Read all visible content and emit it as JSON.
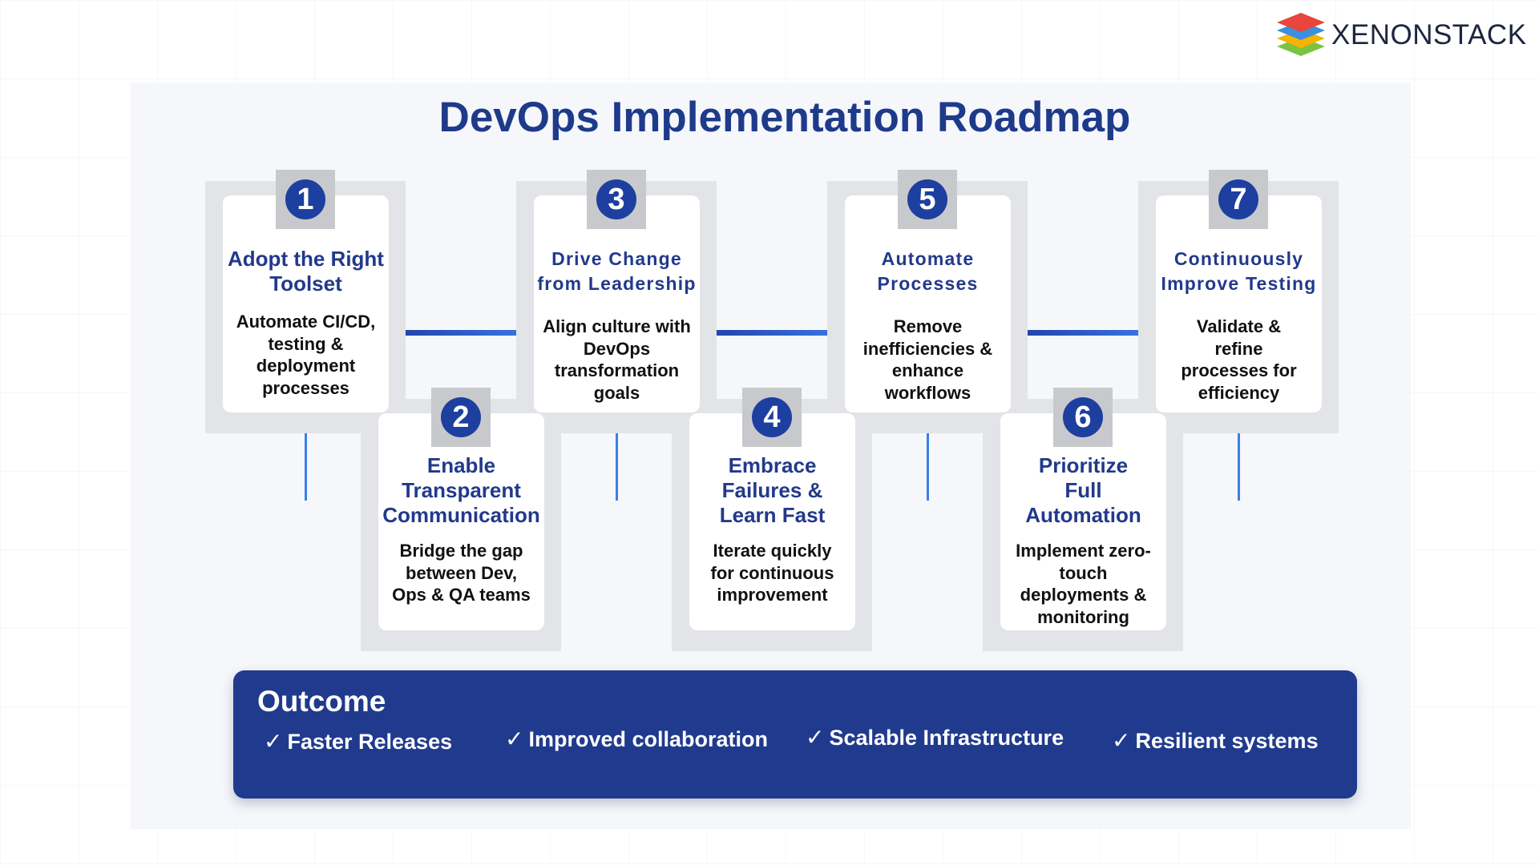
{
  "brand": {
    "name": "XENONSTACK",
    "logo_icon": "stacked-layers-icon"
  },
  "title": "DevOps Implementation Roadmap",
  "steps": [
    {
      "number": "1",
      "title": "Adopt the Right Toolset",
      "description": "Automate CI/CD, testing & deployment processes"
    },
    {
      "number": "2",
      "title": "Enable Transparent Communication",
      "description": "Bridge the gap between Dev, Ops & QA teams"
    },
    {
      "number": "3",
      "title": "Drive Change from Leadership",
      "description": "Align culture with DevOps transformation goals"
    },
    {
      "number": "4",
      "title": "Embrace Failures & Learn Fast",
      "description": "Iterate quickly for continuous improvement"
    },
    {
      "number": "5",
      "title": "Automate Processes",
      "description": "Remove inefficiencies & enhance workflows"
    },
    {
      "number": "6",
      "title": "Prioritize Full Automation",
      "description": "Implement zero-touch deployments & monitoring"
    },
    {
      "number": "7",
      "title": "Continuously Improve Testing",
      "description": "Validate & refine processes for efficiency"
    }
  ],
  "outcome": {
    "title": "Outcome",
    "check_icon": "checkmark-icon",
    "items": [
      "Faster Releases",
      "Improved collaboration",
      "Scalable Infrastructure",
      "Resilient systems"
    ]
  },
  "colors": {
    "accent": "#1e3a8a",
    "badge": "#1d3fa0",
    "outcome_bg": "#203a8d",
    "connector": "#3a78e6"
  }
}
